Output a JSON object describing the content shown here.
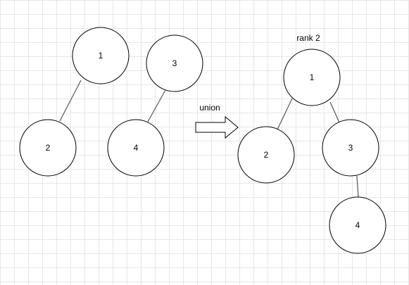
{
  "colors": {
    "stroke": "#000000",
    "edge": "#555555",
    "fill": "#ffffff"
  },
  "left_graph": {
    "nodes": [
      {
        "id": "L1",
        "label": "1"
      },
      {
        "id": "L2",
        "label": "2"
      },
      {
        "id": "L3",
        "label": "3"
      },
      {
        "id": "L4",
        "label": "4"
      }
    ],
    "edges": [
      {
        "from": "L1",
        "to": "L2"
      },
      {
        "from": "L3",
        "to": "L4"
      }
    ]
  },
  "arrow": {
    "label": "union"
  },
  "right_graph": {
    "rank_label": "rank 2",
    "nodes": [
      {
        "id": "R1",
        "label": "1"
      },
      {
        "id": "R2",
        "label": "2"
      },
      {
        "id": "R3",
        "label": "3"
      },
      {
        "id": "R4",
        "label": "4"
      }
    ],
    "edges": [
      {
        "from": "R1",
        "to": "R2"
      },
      {
        "from": "R1",
        "to": "R3"
      },
      {
        "from": "R3",
        "to": "R4"
      }
    ]
  }
}
